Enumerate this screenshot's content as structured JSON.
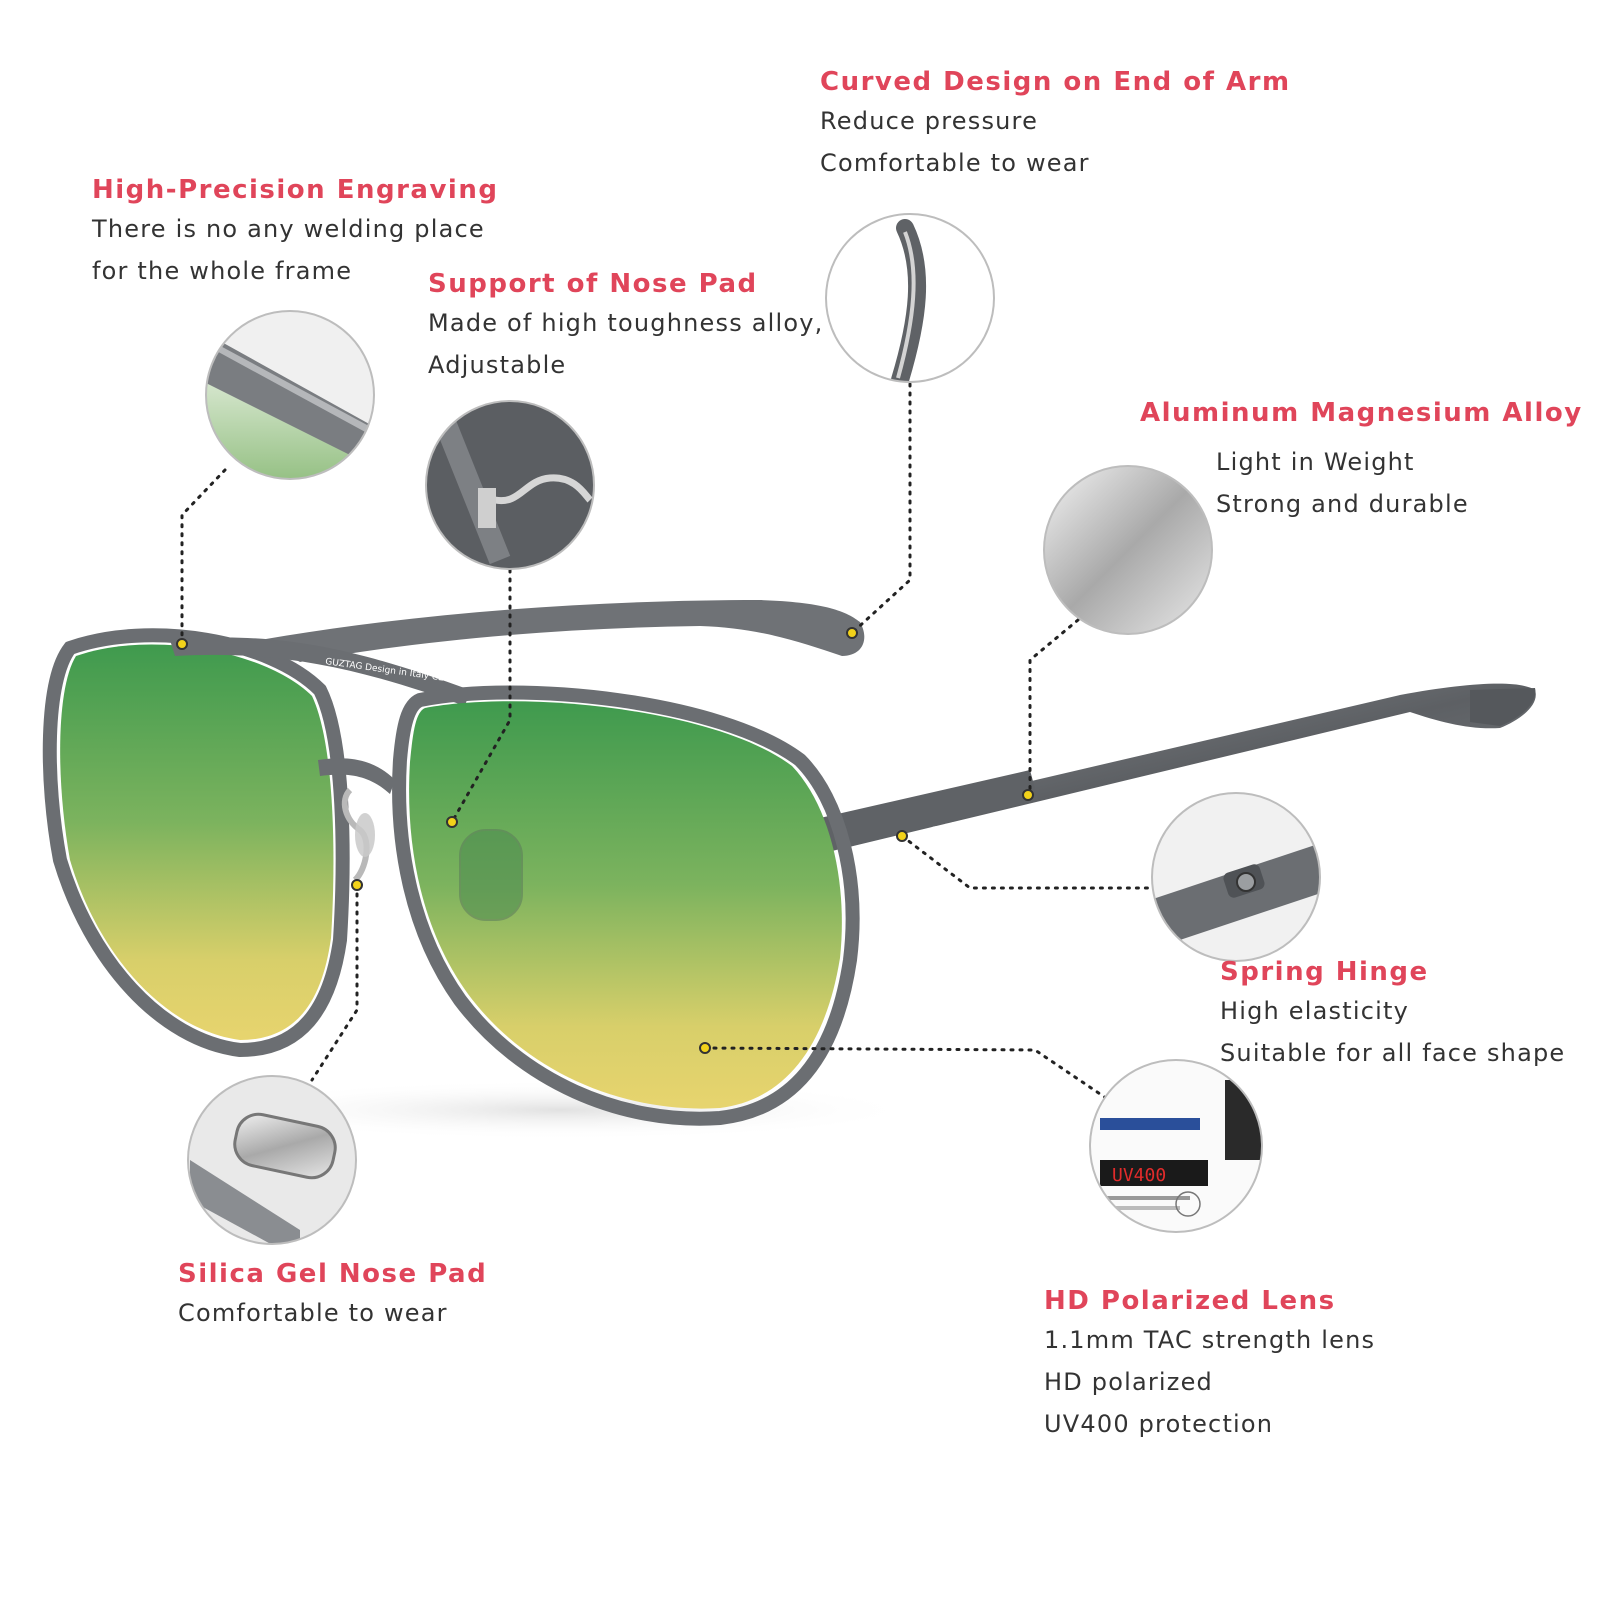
{
  "features": {
    "engraving": {
      "title": "High-Precision Engraving",
      "lines": [
        "There is no any welding place",
        "for the whole frame"
      ]
    },
    "curved_arm": {
      "title": "Curved Design on End of Arm",
      "lines": [
        "Reduce pressure",
        "Comfortable to wear"
      ]
    },
    "nose_support": {
      "title": "Support of Nose Pad",
      "lines": [
        "Made of high toughness alloy,",
        "Adjustable"
      ]
    },
    "alloy": {
      "title": "Aluminum Magnesium Alloy",
      "lines": [
        "Light in Weight",
        "Strong and durable"
      ]
    },
    "hinge": {
      "title": "Spring Hinge",
      "lines": [
        "High elasticity",
        "Suitable for all face shape"
      ]
    },
    "silica": {
      "title": "Silica Gel Nose Pad",
      "lines": [
        "Comfortable to wear"
      ]
    },
    "polarized": {
      "title": "HD Polarized Lens",
      "lines": [
        "1.1mm TAC strength lens",
        "HD polarized",
        "UV400 protection"
      ]
    }
  },
  "product": {
    "brand": "GUZTAG",
    "bridge_print": "GUZTAG  Design in Italy  CE",
    "tester_readout": "UV400"
  },
  "colors": {
    "title_red": "#e0455a",
    "body_text": "#333333",
    "frame_gray": "#6b6e72",
    "lens_green": "#3f9a4e",
    "lens_yellow": "#e2d26a",
    "callout_dot": "#f2d21a"
  }
}
